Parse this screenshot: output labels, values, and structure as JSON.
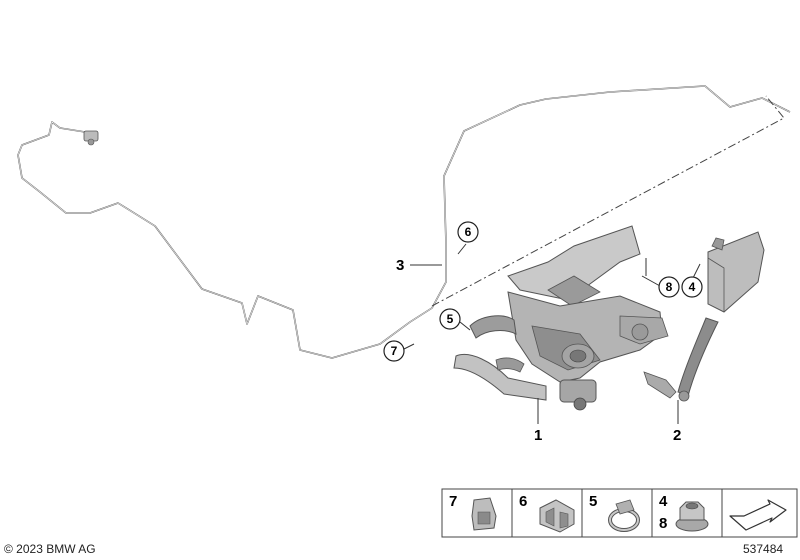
{
  "callouts": {
    "part_1": "1",
    "part_2": "2",
    "part_3": "3"
  },
  "circled_refs": {
    "ref_6": "6",
    "ref_5": "5",
    "ref_7": "7",
    "ref_8": "8",
    "ref_4": "4"
  },
  "legend": {
    "clip_7": "7",
    "clip_6": "6",
    "clamp_5": "5",
    "nut_4": "4",
    "nut_8": "8"
  },
  "footer": {
    "copyright": "© 2023 BMW AG",
    "diagram_number": "537484"
  },
  "colors": {
    "line": "#555555",
    "part_fill": "#b9b9b9",
    "part_dark": "#7a7a7a",
    "frame": "#444444"
  }
}
